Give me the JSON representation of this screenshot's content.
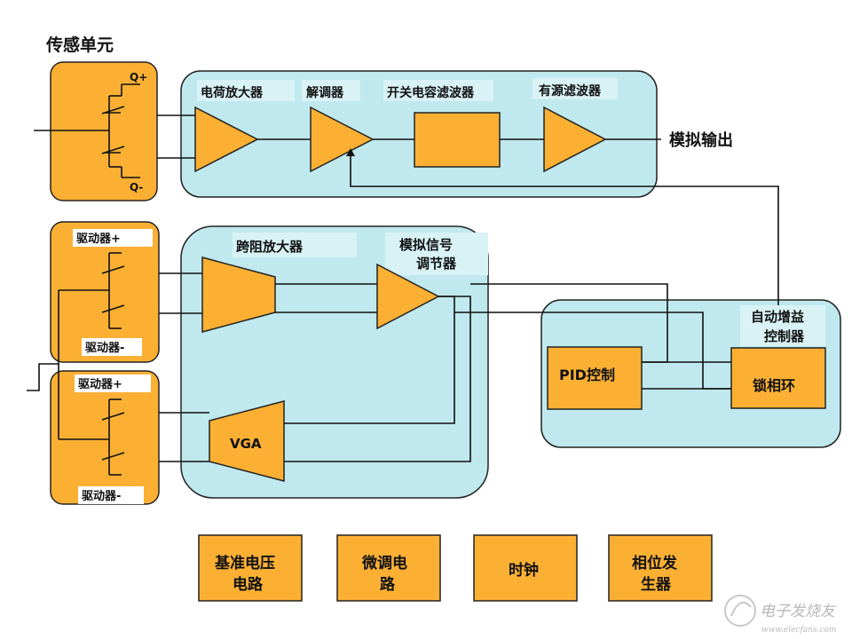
{
  "sensor": {
    "title": "传感单元",
    "plus": "Q+",
    "minus": "Q-"
  },
  "drivers": [
    {
      "top": "驱动器+",
      "bottom": "驱动器-"
    },
    {
      "top": "驱动器+",
      "bottom": "驱动器-"
    }
  ],
  "top_chain": {
    "charge_amp": "电荷放大器",
    "demodulator": "解调器",
    "sc_filter": "开关电容滤波器",
    "active_filter": "有源滤波器",
    "analog_output": "模拟输出"
  },
  "mid_chain": {
    "tia": "跨阻放大器",
    "conditioner_1": "模拟信号",
    "conditioner_2": "调节器",
    "vga": "VGA"
  },
  "agc": {
    "title_1": "自动增益",
    "title_2": "控制器",
    "pid": "PID控制",
    "pll": "锁相环"
  },
  "bottom_blocks": [
    {
      "line1": "基准电压",
      "line2": "电路"
    },
    {
      "line1": "微调电",
      "line2": "路"
    },
    {
      "line1": "时钟",
      "line2": ""
    },
    {
      "line1": "相位发",
      "line2": "生器"
    }
  ],
  "watermark": {
    "text": "电子发烧友",
    "url": "www.elecfans.com"
  },
  "colors": {
    "block": "#fbb034",
    "panel": "#bfe9ee"
  }
}
